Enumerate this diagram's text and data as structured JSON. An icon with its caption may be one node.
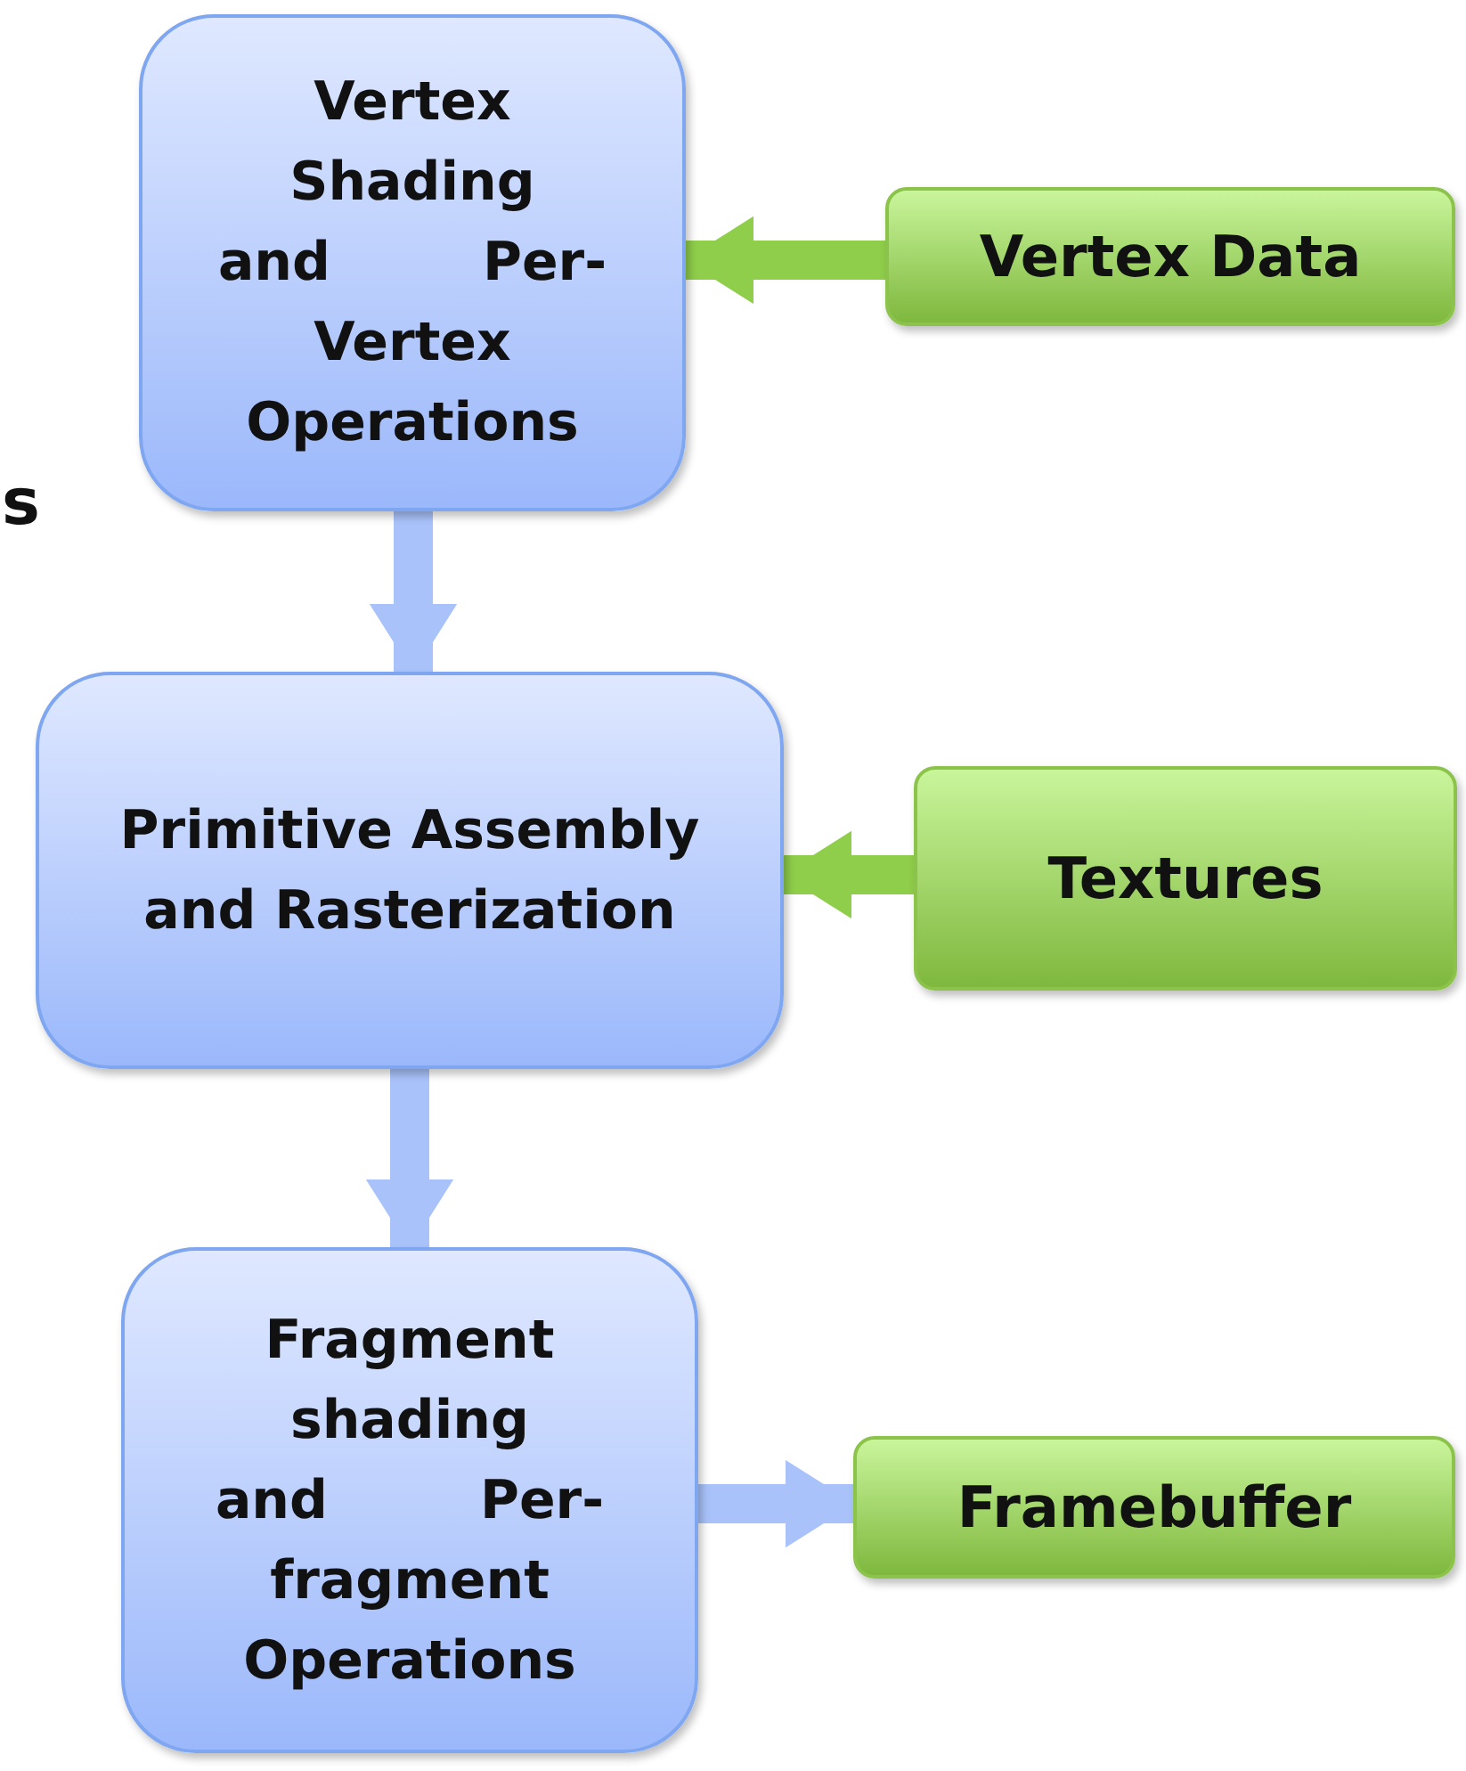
{
  "diagram": {
    "nodes": [
      {
        "text": [
          "Vertex Shading and Per-Vertex Operations"
        ]
      },
      {
        "text": [
          "Vertex Data"
        ]
      },
      {
        "text": [
          "Primitive Assembly and Rasterization"
        ]
      },
      {
        "text": [
          "Textures"
        ]
      },
      {
        "text": [
          "Fragment shading and Per-fragment Operations"
        ]
      },
      {
        "text": [
          "Framebuffer"
        ]
      }
    ],
    "edges": [
      {
        "from": 1,
        "to": 0,
        "arrow": "to",
        "color": "#8fce4a"
      },
      {
        "from": 0,
        "to": 2,
        "arrow": "to"
      },
      {
        "from": 3,
        "to": 2,
        "arrow": "to",
        "color": "#8fce4a"
      },
      {
        "from": 2,
        "to": 4,
        "arrow": "to"
      },
      {
        "from": 4,
        "to": 5,
        "arrow": "to"
      }
    ],
    "labels": [
      "s"
    ]
  }
}
